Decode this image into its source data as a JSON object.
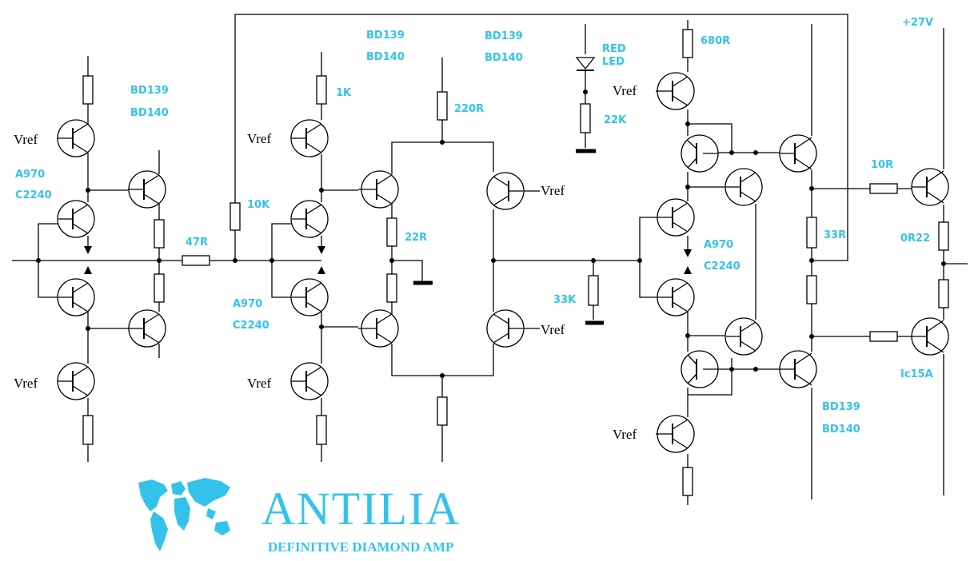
{
  "schematic": {
    "title": "ANTILIA",
    "subtitle": "DEFINITIVE DIAMOND AMP",
    "vref_label": "Vref",
    "supply_label": "+27V",
    "labels": {
      "bd139_1": "BD139",
      "bd140_1": "BD140",
      "bd139_2": "BD139",
      "bd140_2": "BD140",
      "bd139_3": "BD139",
      "bd140_3": "BD140",
      "bd139_4": "BD139",
      "bd140_4": "BD140",
      "a970_1": "A970",
      "c2240_1": "C2240",
      "a970_2": "A970",
      "c2240_2": "C2240",
      "a970_3": "A970",
      "c2240_3": "C2240",
      "r_1k": "1K",
      "r_10k": "10K",
      "r_47r": "47R",
      "r_220r": "220R",
      "r_22r": "22R",
      "r_22k": "22K",
      "r_33k": "33K",
      "r_680r": "680R",
      "r_33r": "33R",
      "r_10r": "10R",
      "r_0r22": "0R22",
      "red_led_1": "RED",
      "red_led_2": "LED",
      "ic15a": "Ic15A"
    },
    "colors": {
      "label": "#33c3ea",
      "wire": "#000000"
    }
  }
}
